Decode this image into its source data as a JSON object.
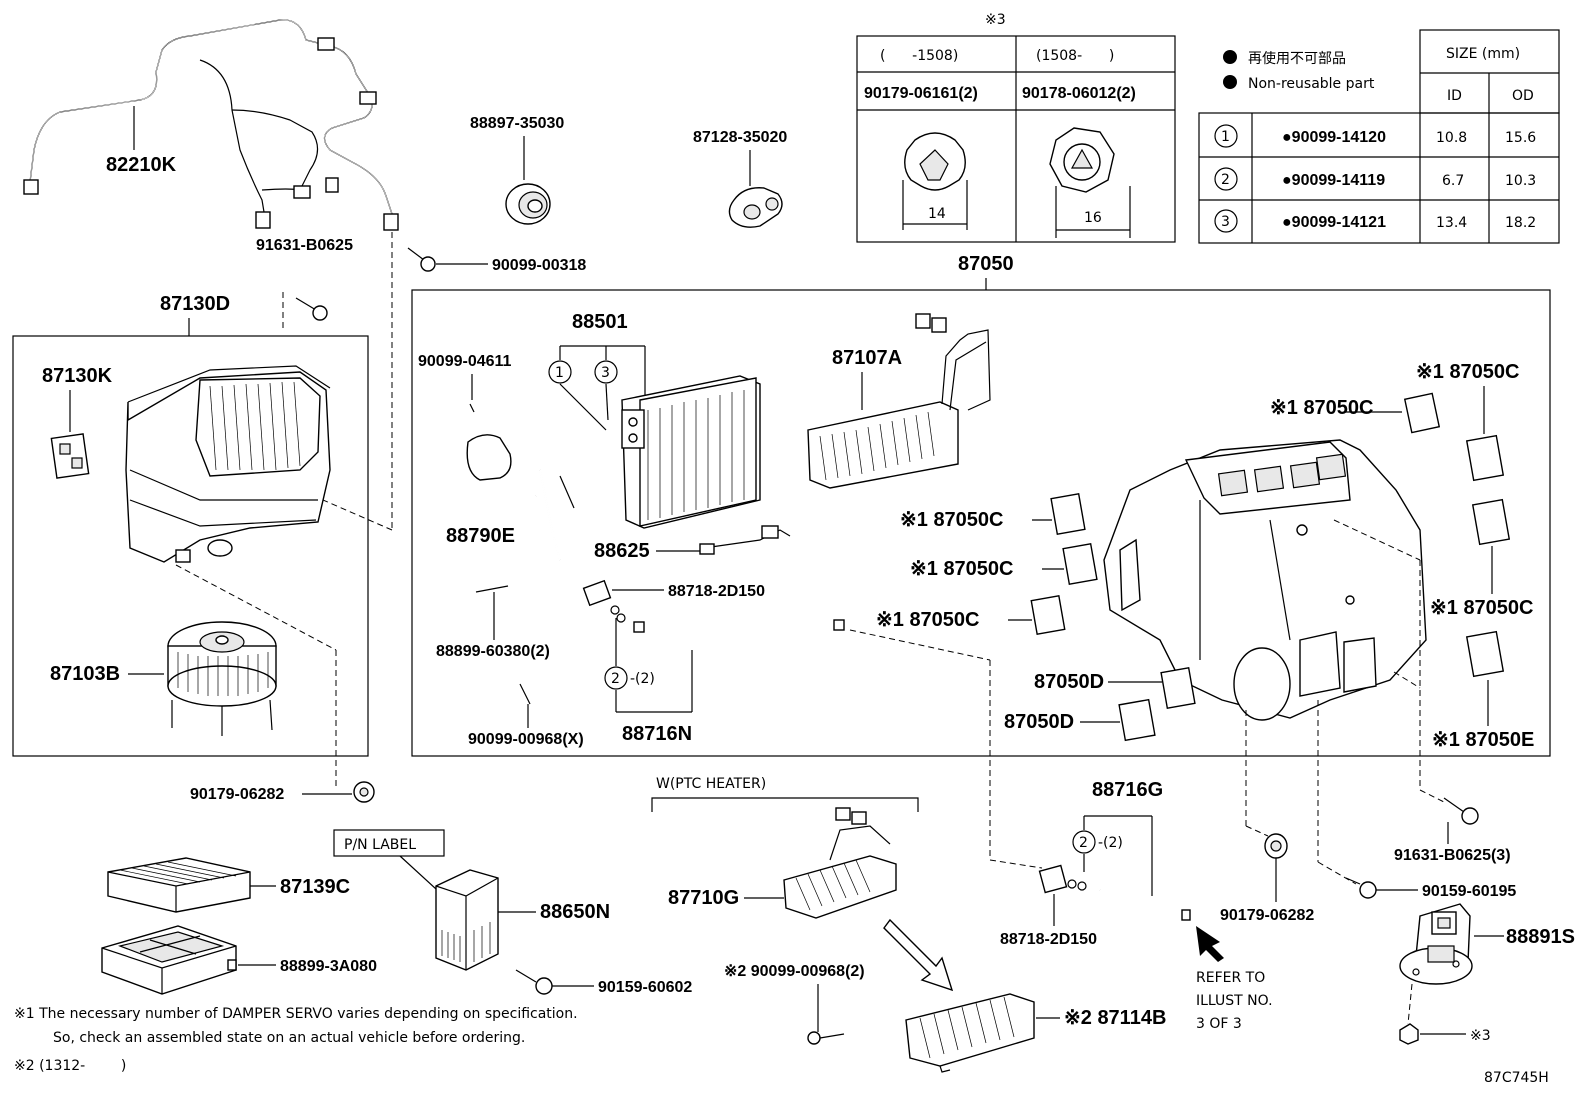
{
  "diagram_code": "87C745H",
  "note3_header": "※3",
  "table3": {
    "col1_range": "(      -1508)",
    "col2_range": "(1508-      )",
    "col1_part": "90179-06161(2)",
    "col2_part": "90178-06012(2)",
    "col1_size": "14",
    "col2_size": "16"
  },
  "legend": {
    "jp": "再使用不可部品",
    "en": "Non-reusable part"
  },
  "size_table": {
    "title": "SIZE (mm)",
    "col_id": "ID",
    "col_od": "OD",
    "rows": [
      {
        "num": "1",
        "part": "●90099-14120",
        "id": "10.8",
        "od": "15.6"
      },
      {
        "num": "2",
        "part": "●90099-14119",
        "id": "6.7",
        "od": "10.3"
      },
      {
        "num": "3",
        "part": "●90099-14121",
        "id": "13.4",
        "od": "18.2"
      }
    ]
  },
  "labels": {
    "p82210K": "82210K",
    "p91631_B0625": "91631-B0625",
    "p90099_00318": "90099-00318",
    "p88897_35030": "88897-35030",
    "p87128_35020": "87128-35020",
    "p87050": "87050",
    "p87130D": "87130D",
    "p87130K": "87130K",
    "p87103B": "87103B",
    "p90179_06282a": "90179-06282",
    "p88501": "88501",
    "p90099_04611": "90099-04611",
    "p88790E": "88790E",
    "p88625": "88625",
    "p88718_2D150a": "88718-2D150",
    "p88899_60380": "88899-60380(2)",
    "p90099_00968X": "90099-00968(X)",
    "p88716N": "88716N",
    "p87107A": "87107A",
    "p87050C_1": "※1 87050C",
    "p87050C_2": "※1 87050C",
    "p87050C_3": "※1 87050C",
    "p87050C_4": "※1 87050C",
    "p87050C_5": "※1 87050C",
    "p87050C_6": "※1 87050C",
    "p87050D_1": "87050D",
    "p87050D_2": "87050D",
    "p87050E": "※1 87050E",
    "circle2_a": "-(2)",
    "circle2_b": "-(2)",
    "ptc_heater": "W(PTC HEATER)",
    "pn_label": "P/N LABEL",
    "p87139C": "87139C",
    "p88899_3A080": "88899-3A080",
    "p88650N": "88650N",
    "p90159_60602": "90159-60602",
    "p87710G": "87710G",
    "p90099_00968_2": "※2 90099-00968(2)",
    "p87114B": "※2 87114B",
    "p88716G": "88716G",
    "p88718_2D150b": "88718-2D150",
    "p90179_06282b": "90179-06282",
    "p91631_B0625_3": "91631-B0625(3)",
    "p90159_60195": "90159-60195",
    "p88891S": "88891S",
    "note3_ref": "※3",
    "refer1": "REFER TO",
    "refer2": "ILLUST NO.",
    "refer3": "3 OF 3"
  },
  "footnotes": {
    "n1_line1": "※1  The necessary number of DAMPER SERVO varies depending on specification.",
    "n1_line2": "So, check an assembled state on an actual vehicle before ordering.",
    "n2": "※2 (1312-        )"
  }
}
